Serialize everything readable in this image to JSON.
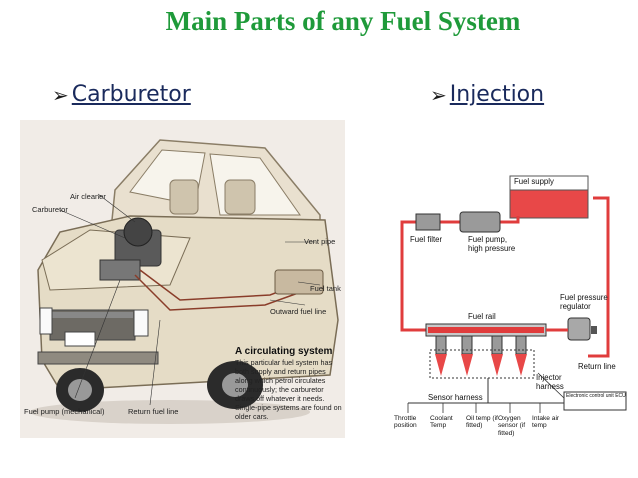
{
  "title": "Main Parts of any Fuel System",
  "colors": {
    "title": "#1f9a3a",
    "fuel_line": "#e03c3c",
    "tank": "#e84848"
  },
  "bullets": {
    "left": {
      "arrow": "➢",
      "label": "Carburetor"
    },
    "right": {
      "arrow": "➢",
      "label": "Injection"
    }
  },
  "car_diagram": {
    "labels": {
      "air_cleaner": "Air cleaner",
      "carburetor": "Carburetor",
      "vent_pipe": "Vent pipe",
      "fuel_tank": "Fuel tank",
      "outward_fuel_line": "Outward fuel line",
      "fuel_pump": "Fuel pump (mechanical)",
      "return_fuel_line": "Return fuel line"
    },
    "caption_title": "A circulating system",
    "caption_body": "This particular fuel system has both supply and return pipes along which petrol circulates continuously; the carburetor draws off whatever it needs. Single-pipe systems are found on older cars."
  },
  "injection_diagram": {
    "labels": {
      "fuel_supply": "Fuel supply",
      "fuel_filter": "Fuel filter",
      "fuel_pump": "Fuel pump,\nhigh pressure",
      "fuel_rail": "Fuel rail",
      "fuel_pressure_regulator": "Fuel pressure regulator",
      "return_line": "Return line",
      "injector_harness": "Injector harness",
      "sensor_harness": "Sensor harness",
      "ecu": "Electronic control unit ECU",
      "sensors": [
        "Throttle position",
        "Coolant Temp",
        "Oil temp (if fitted)",
        "Oxygen sensor (if fitted)",
        "Intake air temp"
      ]
    }
  }
}
